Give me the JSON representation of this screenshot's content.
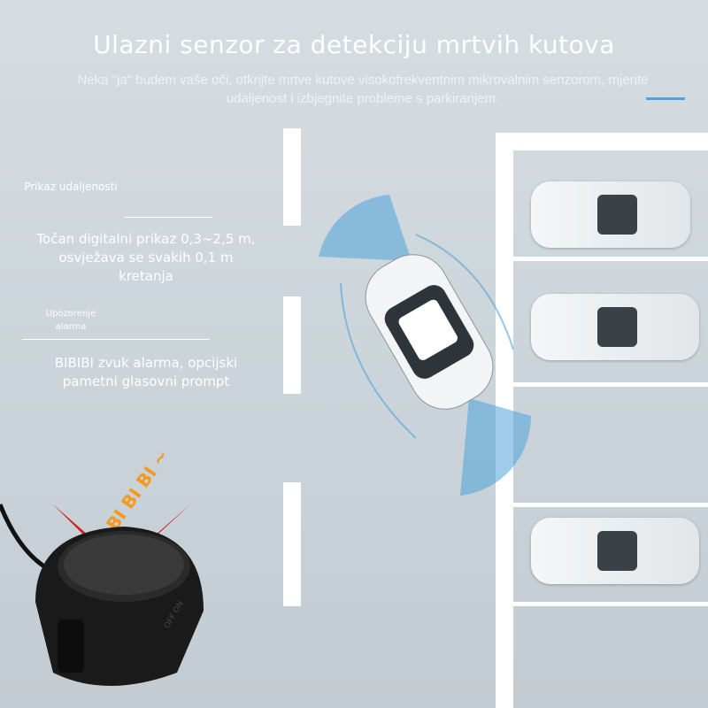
{
  "header": {
    "title": "Ulazni senzor za detekciju mrtvih kutova",
    "subtitle": "Neka \"ja\" budem vaše oči, otkrijte mrtve kutove visokofrekventnim mikrovalnim senzorom, mjerite udaljenost i izbjegnite probleme s parkiranjem."
  },
  "features": [
    {
      "label": "Prikaz udaljenosti",
      "description": "Točan digitalni prikaz 0,3~2,5 m, osvježava se svakih 0,1 m kretanja"
    },
    {
      "label": "Upozorenje alarma",
      "description": "BIBIBI zvuk alarma, opcijski pametni glasovni prompt"
    }
  ],
  "sound_text": "BI BI BI ~",
  "device_label": "OFF ON",
  "colors": {
    "accent": "#4fa3d8",
    "sound": "#f39a1e",
    "indicator": "#d42020"
  }
}
